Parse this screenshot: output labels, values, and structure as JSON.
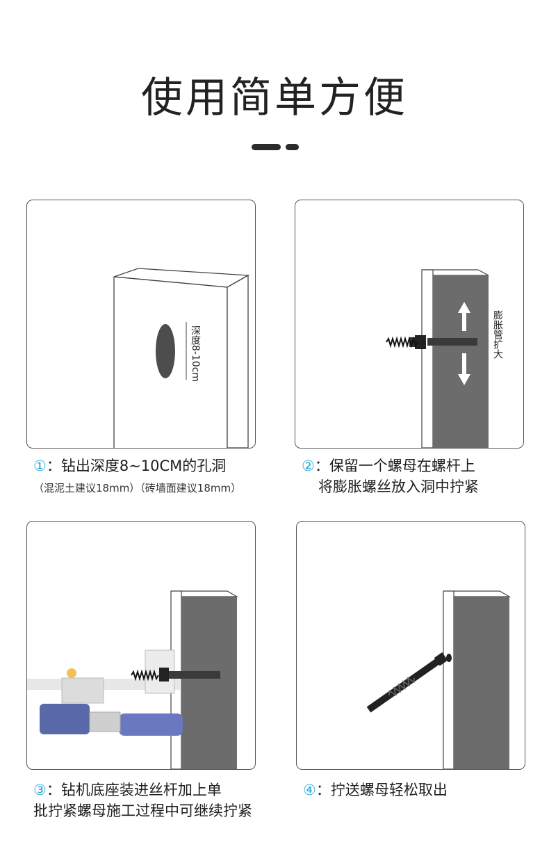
{
  "title": "使用简单方便",
  "colors": {
    "accent": "#2ba8d8",
    "wall": "#6c6c6c",
    "text": "#1f1f1f"
  },
  "steps": [
    {
      "num": "①",
      "line1": "：钻出深度8~10CM的孔洞",
      "sub": "（混泥土建议18mm）（砖墙面建议18mm）",
      "depth_label": "深度8-10cm"
    },
    {
      "num": "②",
      "line1": "：保留一个螺母在螺杆上",
      "line2": "将膨胀螺丝放入洞中拧紧",
      "expand_label": "膨胀管扩大"
    },
    {
      "num": "③",
      "line1": "：钻机底座装进丝杆加上单",
      "line2": "批拧紧螺母施工过程中可继续拧紧"
    },
    {
      "num": "④",
      "line1": "：拧送螺母轻松取出"
    }
  ]
}
